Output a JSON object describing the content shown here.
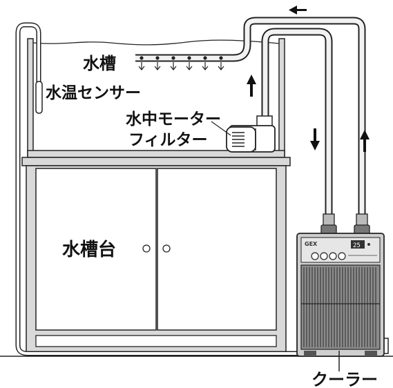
{
  "labels": {
    "tank": "水槽",
    "sensor": "水温センサー",
    "filter_line1": "水中モーター",
    "filter_line2": "フィルター",
    "stand": "水槽台",
    "cooler": "クーラー"
  },
  "cooler_panel": {
    "brand": "GEX",
    "temp_display": "25"
  },
  "flow_arrows": [
    "left",
    "up",
    "down",
    "up"
  ],
  "colors": {
    "line": "#222222",
    "tank_gray": "#d9d9d9",
    "water_tube_fill": "#f2f2f2",
    "cooler_body": "#cfcfcf",
    "cooler_dark": "#555555",
    "cooler_grille": "#8c8c8c"
  }
}
